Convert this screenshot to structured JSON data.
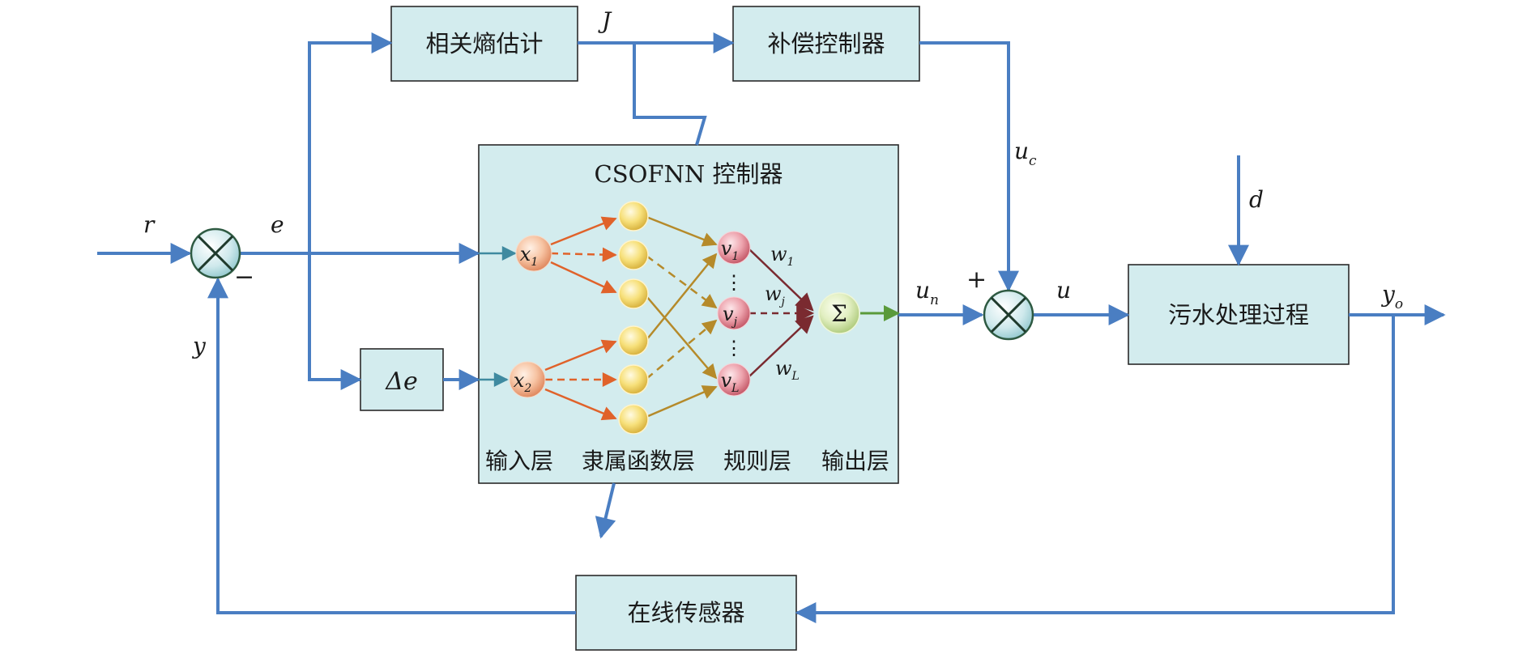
{
  "blocks": {
    "estimator": "相关熵估计",
    "compensator": "补偿控制器",
    "controller_title": "CSOFNN 控制器",
    "delta_e": "Δe",
    "process": "污水处理过程",
    "sensor": "在线传感器"
  },
  "signals": {
    "r": "r",
    "e": "e",
    "y": "y",
    "J": "J",
    "uc_main": "u",
    "uc_sub": "c",
    "un_main": "u",
    "un_sub": "n",
    "u": "u",
    "d": "d",
    "yo_main": "y",
    "yo_sub": "o",
    "plus": "+",
    "minus": "−"
  },
  "network": {
    "x1_main": "x",
    "x1_sub": "1",
    "x2_main": "x",
    "x2_sub": "2",
    "v1_main": "v",
    "v1_sub": "1",
    "vj_main": "v",
    "vj_sub": "j",
    "vL_main": "v",
    "vL_sub": "L",
    "w1_main": "w",
    "w1_sub": "1",
    "wj_main": "w",
    "wj_sub": "j",
    "wL_main": "w",
    "wL_sub": "L",
    "sigma": "Σ",
    "dots": "⋮"
  },
  "layers": [
    "输入层",
    "隶属函数层",
    "规则层",
    "输出层"
  ],
  "colors": {
    "wire": "#4a7ec2",
    "box_fill": "#d3ecee",
    "orange_arrow": "#e0622a",
    "gold_arrow": "#b58a2a",
    "maroon_arrow": "#7a2a30",
    "teal_arrow": "#3f8aa0",
    "green_arrow": "#5a9a3a"
  }
}
